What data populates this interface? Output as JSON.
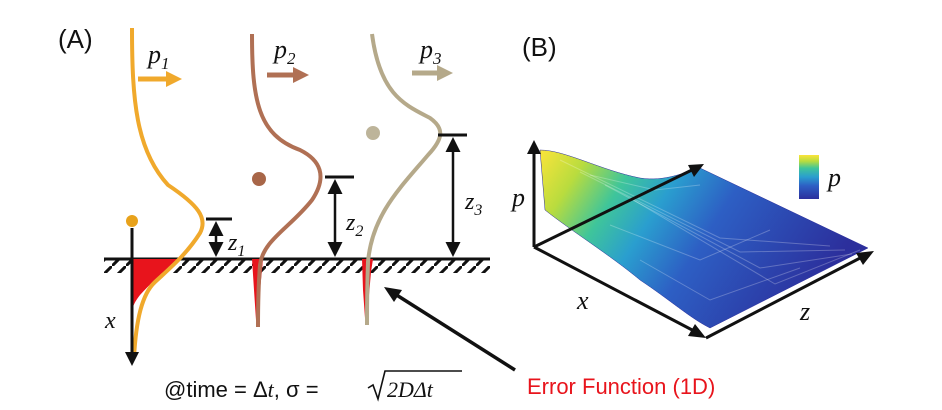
{
  "panel_a": {
    "label": "(A)",
    "packets": [
      {
        "name": "p",
        "sub": "1",
        "height": "z",
        "height_sub": "1",
        "color": "#f0a92c"
      },
      {
        "name": "p",
        "sub": "2",
        "height": "z",
        "height_sub": "2",
        "color": "#b07054"
      },
      {
        "name": "p",
        "sub": "3",
        "height": "z",
        "height_sub": "3",
        "color": "#b5a98a"
      }
    ],
    "depth_axis": "x",
    "caption_prefix": "@time = Δ",
    "caption_t1": "t",
    "caption_sigma": ", σ = ",
    "caption_sqrt_body": "2DΔt",
    "error_label": "Error Function (1D)",
    "error_color": "#e8141c"
  },
  "panel_b": {
    "label": "(B)",
    "axis_p": "p",
    "axis_x": "x",
    "axis_z": "z",
    "colorbar_label": "p",
    "colormap": [
      "#2c2f9c",
      "#2d5fc4",
      "#2a9ecf",
      "#3fc59a",
      "#b9dc3e",
      "#fbe43a"
    ]
  }
}
